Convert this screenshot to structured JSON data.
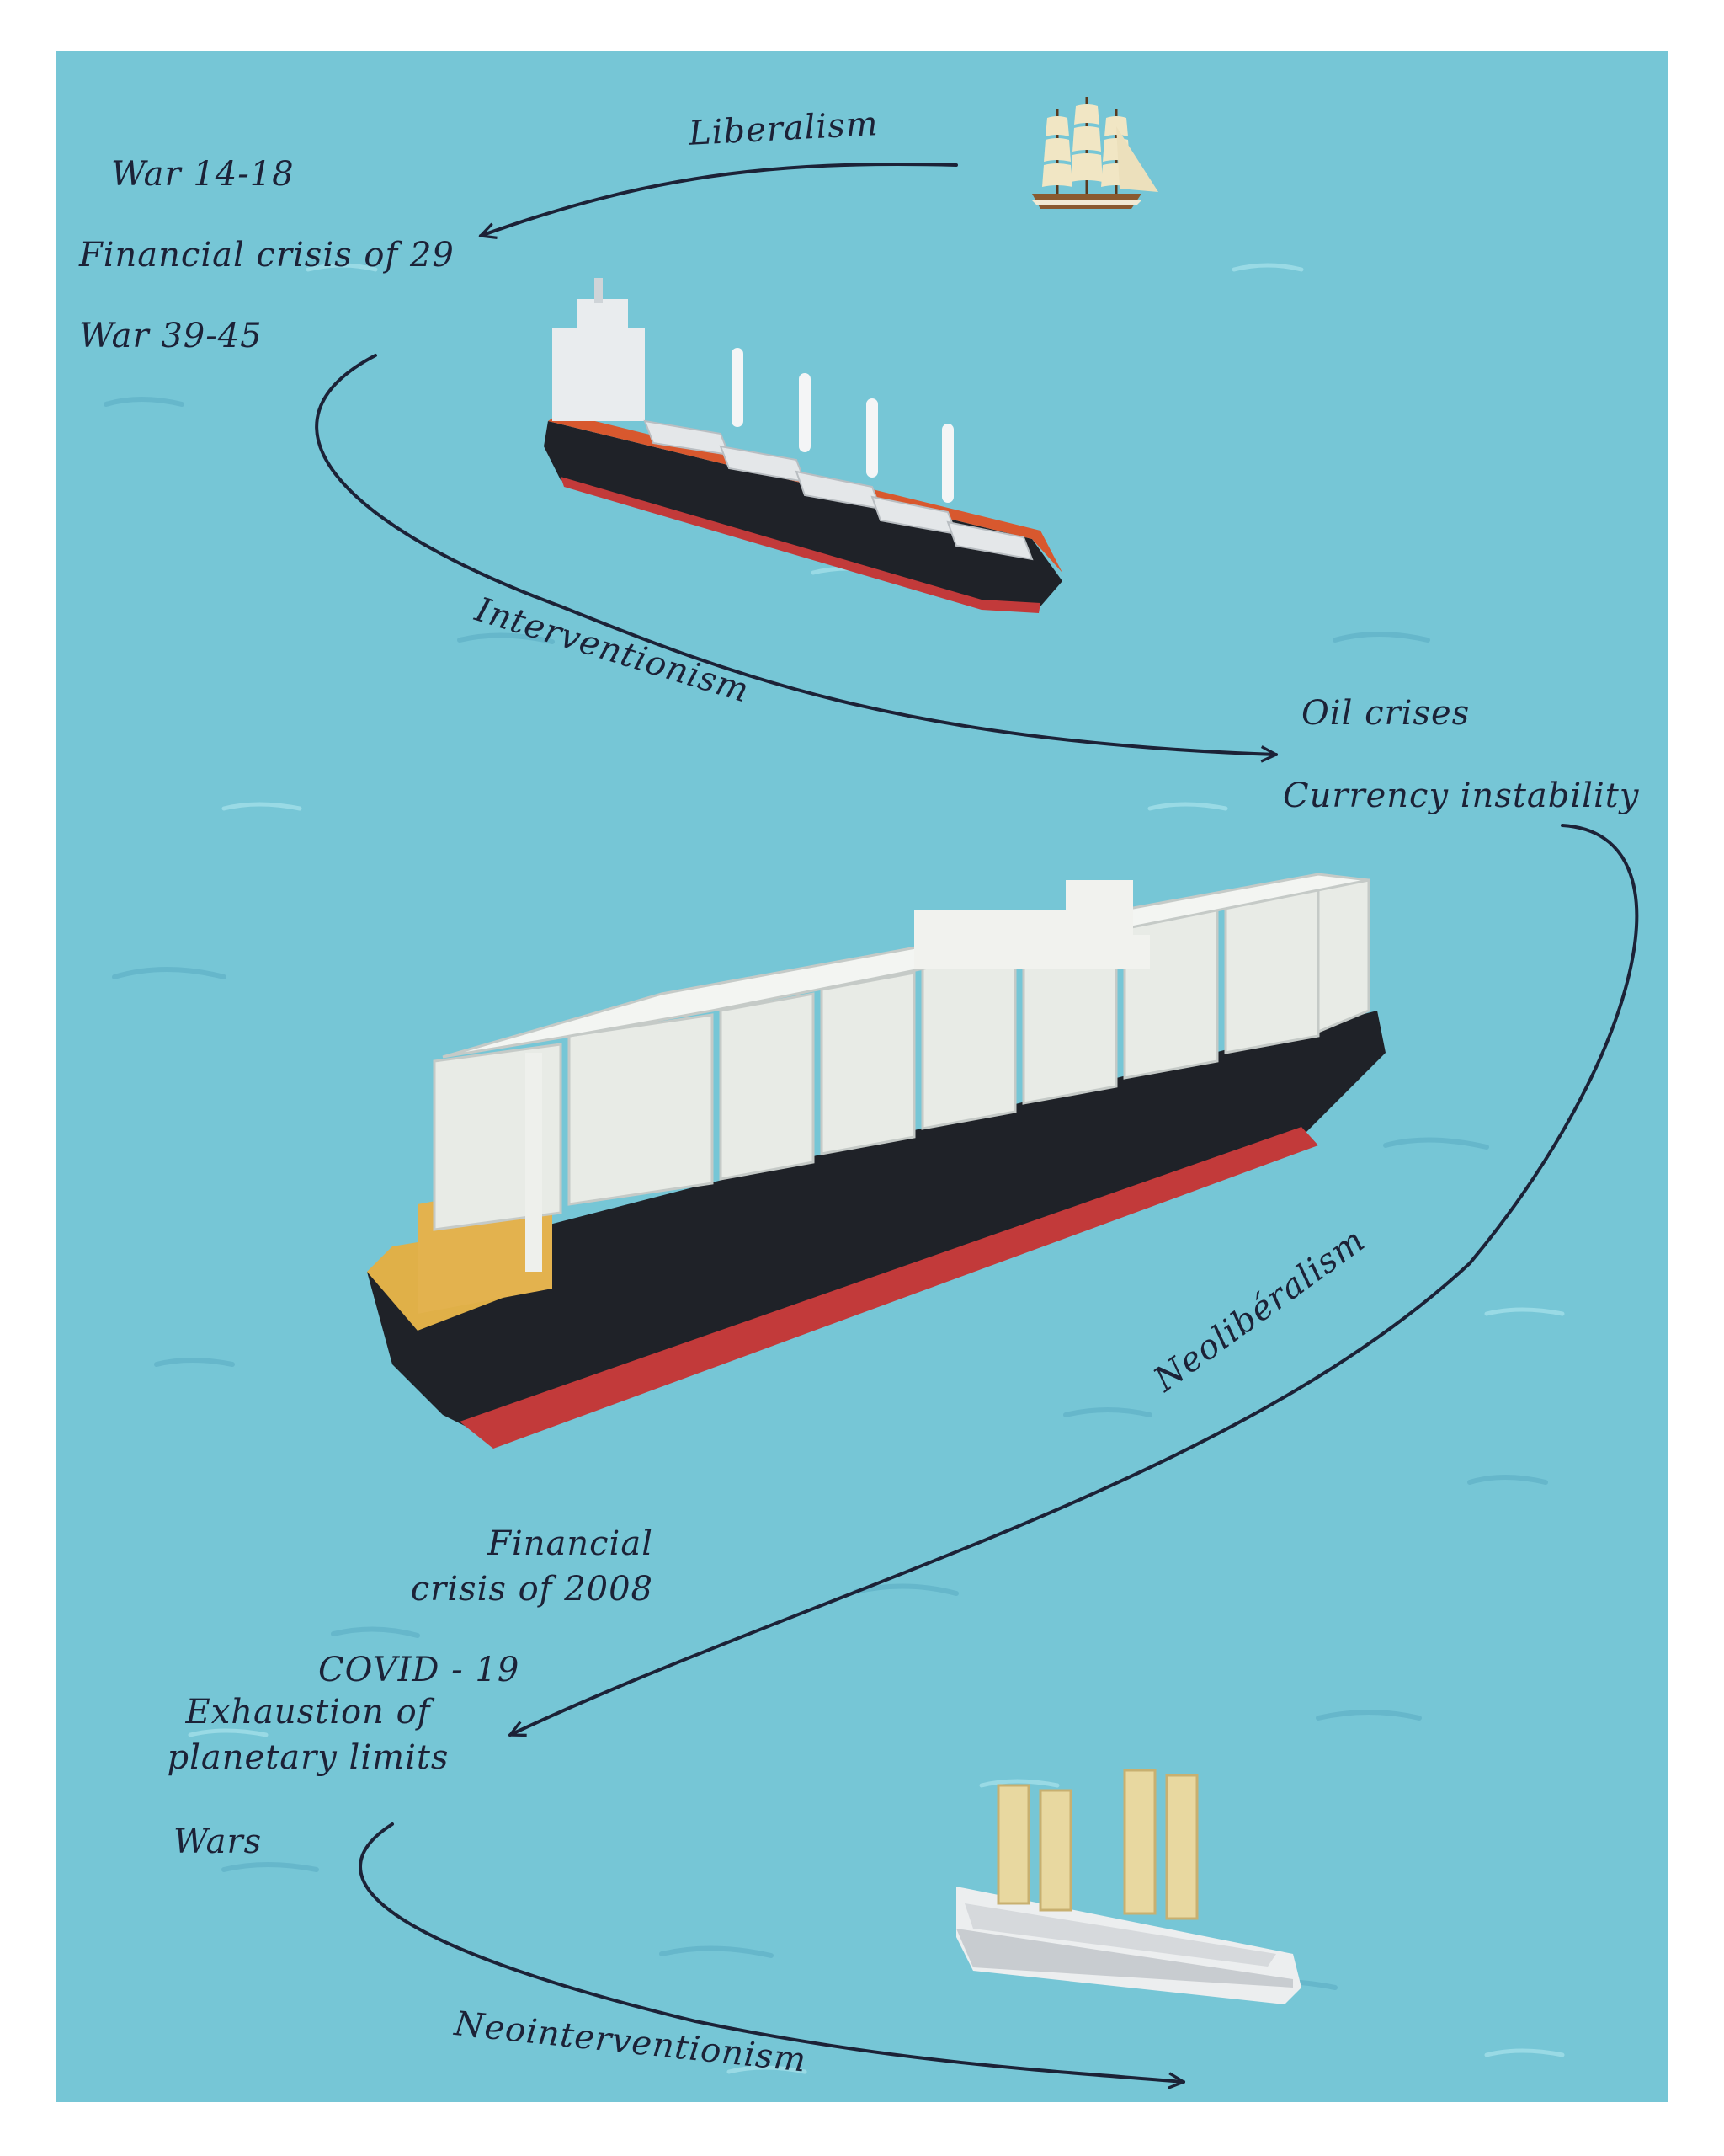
{
  "eras": {
    "liberalism": "Liberalism",
    "interventionism": "Interventionism",
    "neoliberalism": "Neolibéralism",
    "neointerventionism": "Neointerventionism"
  },
  "crises": {
    "war_14_18": "War 14-18",
    "financial_crisis_29": "Financial crisis of 29",
    "war_39_45": "War 39-45",
    "oil_crises": "Oil crises",
    "currency_instability": "Currency instability",
    "financial_2008_line1": "Financial",
    "financial_2008_line2": "crisis of 2008",
    "covid": "COVID - 19",
    "exhaustion_line1": "Exhaustion of",
    "exhaustion_line2": "planetary limits",
    "wars": "Wars"
  },
  "ships": [
    {
      "name": "sailing ship"
    },
    {
      "name": "bulk carrier"
    },
    {
      "name": "container ship"
    },
    {
      "name": "sail-assisted cargo ship"
    }
  ],
  "colors": {
    "sea": "#76c6d6",
    "ink": "#1c2237",
    "hull_black": "#1f2228",
    "hull_red": "#c23a3a",
    "deck_orange": "#d8582e",
    "deck_yellow": "#e0b048",
    "containers": "#e8ebe6",
    "sails": "#e8d8a0"
  }
}
